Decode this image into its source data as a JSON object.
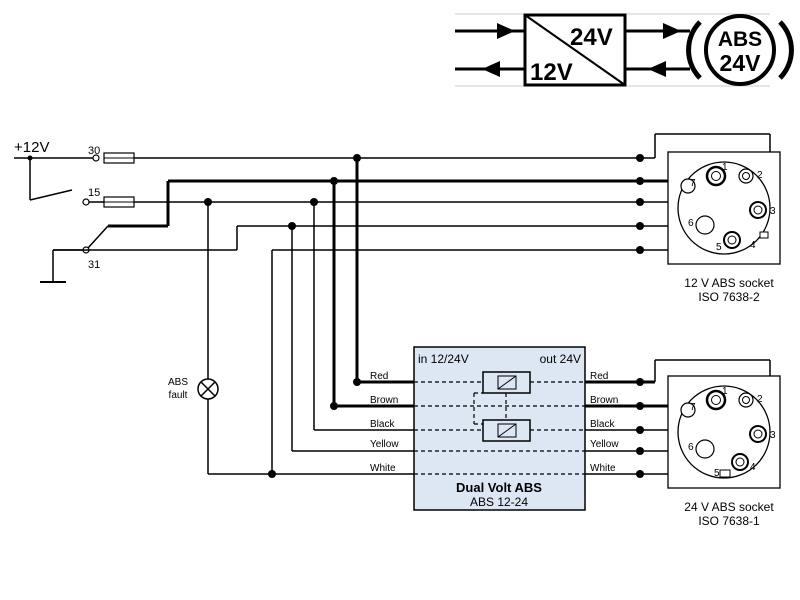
{
  "converter_icon": {
    "output_voltage": "24V",
    "input_voltage": "12V",
    "badge_line1": "ABS",
    "badge_line2": "24V"
  },
  "supply": {
    "voltage_label": "+12V",
    "terminal_30": "30",
    "terminal_15": "15",
    "terminal_31": "31"
  },
  "lamp": {
    "line1": "ABS",
    "line2": "fault"
  },
  "module": {
    "in_label": "in 12/24V",
    "out_label": "out 24V",
    "title": "Dual Volt ABS",
    "model": "ABS 12-24"
  },
  "wires": [
    "Red",
    "Brown",
    "Black",
    "Yellow",
    "White"
  ],
  "socket_12v": {
    "title": "12 V ABS socket",
    "standard": "ISO 7638-2",
    "pins": [
      "1",
      "2",
      "3",
      "4",
      "5",
      "6",
      "7"
    ]
  },
  "socket_24v": {
    "title": "24 V ABS socket",
    "standard": "ISO 7638-1",
    "pins": [
      "1",
      "2",
      "3",
      "4",
      "5",
      "6",
      "7"
    ]
  }
}
